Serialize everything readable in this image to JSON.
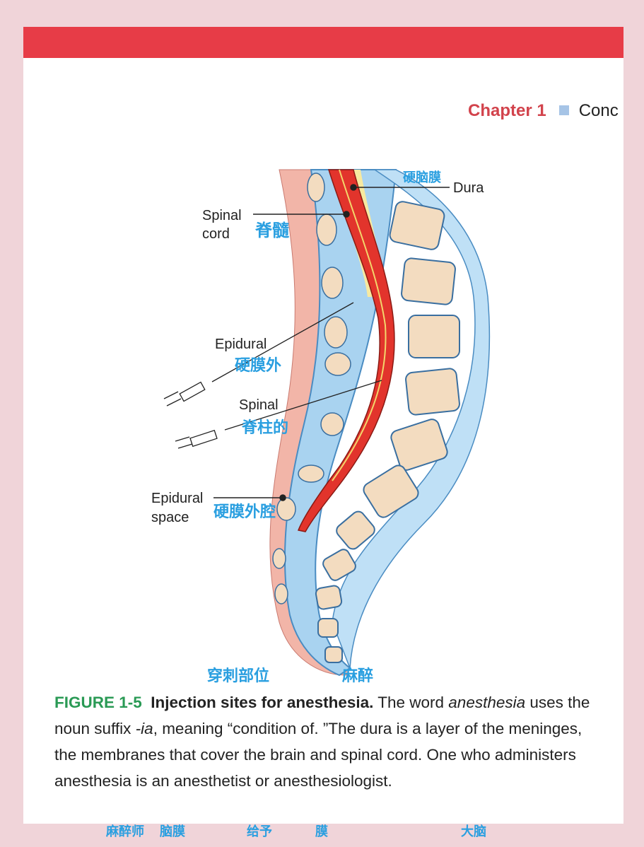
{
  "header": {
    "chapter": "Chapter 1",
    "section_partial": "Conc"
  },
  "figure": {
    "labels": {
      "dura": "Dura",
      "spinal_cord_1": "Spinal",
      "spinal_cord_2": "cord",
      "epidural": "Epidural",
      "spinal": "Spinal",
      "epidural_space_1": "Epidural",
      "epidural_space_2": "space"
    },
    "translations": {
      "dura": "硬脑膜",
      "spinal_cord": "脊髓",
      "epidural": "硬膜外",
      "spinal": "脊柱的",
      "epidural_space": "硬膜外腔",
      "injection_site": "穿刺部位",
      "anesthesia": "麻醉",
      "meninges": "脑膜",
      "membrane": "膜",
      "brain": "大脑",
      "administer": "给予",
      "anesthesiologist": "麻醉师"
    }
  },
  "caption": {
    "figure_number": "FIGURE 1-5",
    "title": "Injection sites for anesthesia.",
    "t1": " The word ",
    "i1": "anesthesia",
    "t2": " uses the noun suffix ",
    "i2": "-ia",
    "t3": ", meaning “condition of. ”The dura is a layer of the meninges, the membranes that cover the brain and spinal cord. One who administers anesthesia is an anesthetist or anesthesiologist."
  },
  "colors": {
    "bar": "#e73c47",
    "chapter": "#d2434c",
    "figure_label": "#2a9a55",
    "annotation": "#2a9fe0"
  }
}
